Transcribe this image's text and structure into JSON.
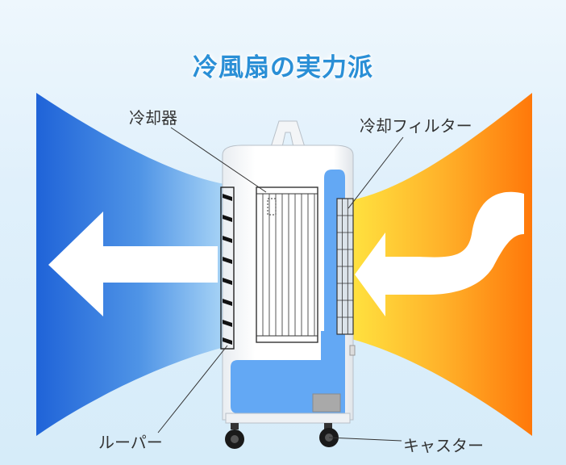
{
  "title": "冷風扇の実力派",
  "labels": {
    "cooler": "冷却器",
    "filter": "冷却フィルター",
    "louver": "ルーパー",
    "caster": "キャスター"
  },
  "colors": {
    "cold_air_dark": "#1f63d8",
    "cold_air_light": "#9fd0f5",
    "warm_air_dark": "#ff7a0a",
    "warm_air_light": "#ffd23a",
    "water_tank": "#63a8f4",
    "body": "#ffffff",
    "title": "#2a8fd6"
  }
}
